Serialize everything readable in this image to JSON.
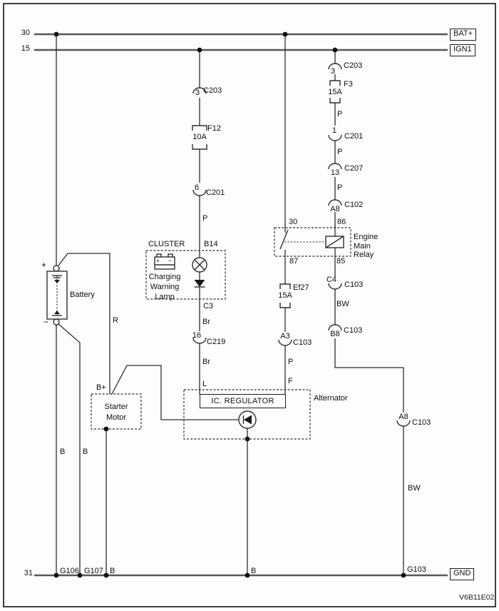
{
  "page": {
    "code": "V6B11E02"
  },
  "buses": {
    "bat_pin": "30",
    "bat_label": "BAT+",
    "ign_pin": "15",
    "ign_label": "IGN1",
    "gnd_pin": "31",
    "gnd_label": "GND"
  },
  "battery": {
    "label": "Battery",
    "plus": "+",
    "minus": "−"
  },
  "wires": {
    "r": "R",
    "b_left": "B",
    "b_mid": "B",
    "p_charge": "P",
    "br1": "Br",
    "br2": "Br",
    "p_ign1": "P",
    "p_ign2": "P",
    "p_ign3": "P",
    "p_field": "P",
    "bw1": "BW",
    "bw2": "BW",
    "b_starter": "B",
    "b_alt": "B"
  },
  "grounds": {
    "g106": "G106",
    "g107": "G107",
    "g103": "G103"
  },
  "starter": {
    "terminal": "B+",
    "line1": "Starter",
    "line2": "Motor"
  },
  "cluster": {
    "title": "CLUSTER",
    "pin_in": "B14",
    "pin_out": "C3",
    "dev1": "Charging",
    "dev2": "Warning",
    "dev3": "Lamp",
    "icon_plus": "+",
    "icon_minus": "−"
  },
  "fuses": {
    "f12": {
      "name": "F12",
      "rating": "10A"
    },
    "f3": {
      "name": "F3",
      "rating": "15A"
    },
    "ef27": {
      "name": "Ef27",
      "rating": "15A"
    }
  },
  "connectors": {
    "c203_mid": {
      "pin": "3",
      "name": "C203"
    },
    "c201_mid": {
      "pin": "6",
      "name": "C201"
    },
    "c219": {
      "pin": "16",
      "name": "C219"
    },
    "c203_ign": {
      "pin": "3",
      "name": "C203"
    },
    "c201_ign": {
      "pin": "1",
      "name": "C201"
    },
    "c207": {
      "pin": "13",
      "name": "C207"
    },
    "c102": {
      "pin": "A8",
      "name": "C102"
    },
    "c103_a3": {
      "pin": "A3",
      "name": "C103"
    },
    "c103_c4": {
      "pin": "C4",
      "name": "C103"
    },
    "c103_b8": {
      "pin": "B8",
      "name": "C103"
    },
    "c103_a8": {
      "pin": "A8",
      "name": "C103"
    }
  },
  "relay": {
    "line1": "Engine",
    "line2": "Main",
    "line3": "Relay",
    "pin30": "30",
    "pin86": "86",
    "pin87": "87",
    "pin85": "85"
  },
  "alternator": {
    "label": "Alternator",
    "regulator": "IC. REGULATOR",
    "pin_l": "L",
    "pin_f": "F"
  }
}
